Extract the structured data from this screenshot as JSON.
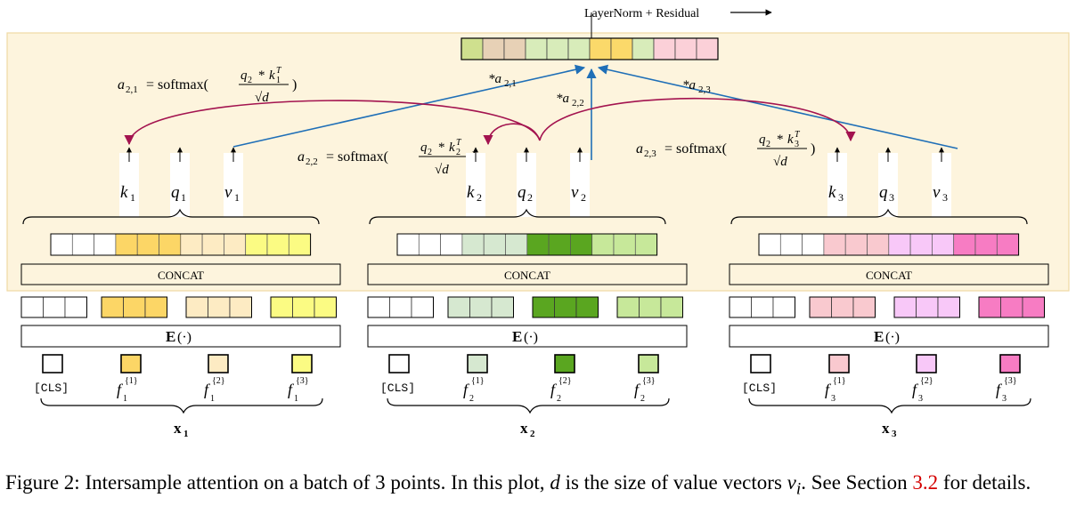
{
  "colors": {
    "panel_bg": "#fdf4dd",
    "panel_border": "#efd9a4",
    "arrow_blue": "#1f6fb7",
    "arrow_red": "#a3134f",
    "group1": [
      "#ffffff",
      "#fcd666",
      "#fdebc3",
      "#fbfb83"
    ],
    "group2": [
      "#ffffff",
      "#d6e8d0",
      "#5aa620",
      "#c7e89a"
    ],
    "group3": [
      "#ffffff",
      "#f9c9cf",
      "#f8c8f8",
      "#f77cc3"
    ],
    "output_cells": [
      "#cfe08e",
      "#e7d1b6",
      "#e7d1b6",
      "#d8ecba",
      "#d8ecba",
      "#d8ecba",
      "#fbd96a",
      "#fbd96a",
      "#d8ecba",
      "#fbd0d8",
      "#fbd0d8",
      "#fbd0d8"
    ]
  },
  "top_label": "LayerNorm + Residual",
  "weights": [
    "*a_{2,1}",
    "*a_{2,2}",
    "*a_{2,3}"
  ],
  "formulas": [
    {
      "lhs": "a_{2,1} = softmax(",
      "num": "q_2 * k_1^T",
      "den": "√d",
      "rhs": ")"
    },
    {
      "lhs": "a_{2,2} = softmax(",
      "num": "q_2 * k_2^T",
      "den": "√d",
      "rhs": ")"
    },
    {
      "lhs": "a_{2,3} = softmax(",
      "num": "q_2 * k_3^T",
      "den": "√d",
      "rhs": ")"
    }
  ],
  "groups": [
    {
      "kqv": [
        "k1",
        "q1",
        "v1"
      ],
      "concat": "CONCAT",
      "embed": "E(·)",
      "cls": "[CLS]",
      "features": [
        "f_1^{1}",
        "f_1^{2}",
        "f_1^{3}"
      ],
      "x": "x1"
    },
    {
      "kqv": [
        "k2",
        "q2",
        "v2"
      ],
      "concat": "CONCAT",
      "embed": "E(·)",
      "cls": "[CLS]",
      "features": [
        "f_2^{1}",
        "f_2^{2}",
        "f_2^{3}"
      ],
      "x": "x2"
    },
    {
      "kqv": [
        "k3",
        "q3",
        "v3"
      ],
      "concat": "CONCAT",
      "embed": "E(·)",
      "cls": "[CLS]",
      "features": [
        "f_3^{1}",
        "f_3^{2}",
        "f_3^{3}"
      ],
      "x": "x3"
    }
  ],
  "caption": {
    "text_a": "Figure 2: Intersample attention on a batch of 3 points. In this plot, ",
    "var_d": "d",
    "text_b": " is the size of value vectors ",
    "var_v": "v",
    "var_v_sub": "i",
    "text_c": ". See Section ",
    "ref": "3.2",
    "text_d": " for details."
  }
}
